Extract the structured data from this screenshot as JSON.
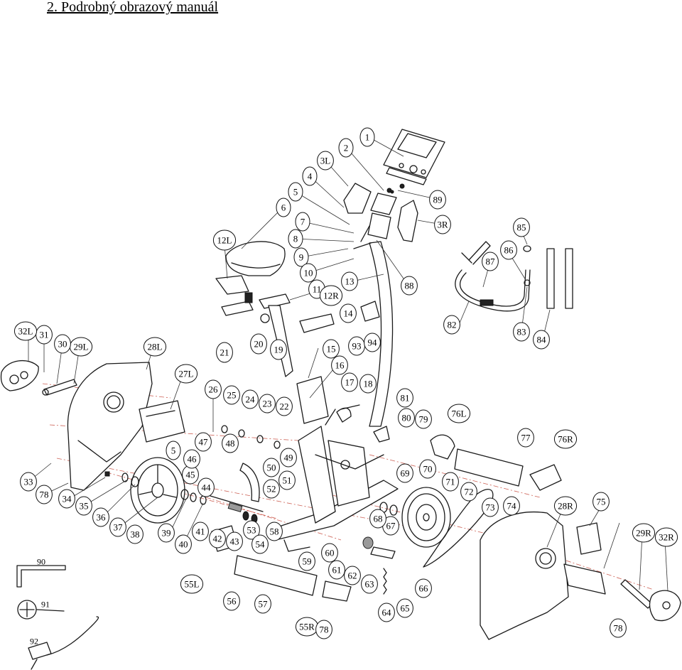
{
  "heading": "2. Podrobný obrazový manuál",
  "callouts": [
    "1",
    "2",
    "3L",
    "3R",
    "4",
    "5",
    "6",
    "7",
    "8",
    "9",
    "10",
    "11",
    "12L",
    "12R",
    "13",
    "14",
    "15",
    "16",
    "17",
    "18",
    "19",
    "20",
    "21",
    "22",
    "23",
    "24",
    "25",
    "26",
    "27L",
    "28L",
    "28R",
    "29L",
    "29R",
    "30",
    "31",
    "32L",
    "32R",
    "33",
    "34",
    "35",
    "36",
    "37",
    "38",
    "39",
    "40",
    "41",
    "42",
    "43",
    "44",
    "45",
    "46",
    "47",
    "48",
    "49",
    "50",
    "51",
    "52",
    "53",
    "54",
    "55L",
    "55R",
    "56",
    "57",
    "58",
    "59",
    "60",
    "61",
    "62",
    "63",
    "64",
    "65",
    "66",
    "67",
    "68",
    "69",
    "70",
    "71",
    "72",
    "73",
    "74",
    "75",
    "76L",
    "76R",
    "77",
    "78",
    "79",
    "80",
    "81",
    "82",
    "83",
    "84",
    "85",
    "86",
    "87",
    "88",
    "89",
    "90",
    "91",
    "92",
    "93",
    "94"
  ],
  "colors": {
    "ink": "#111111",
    "axis": "#c0392b",
    "background": "#ffffff"
  }
}
